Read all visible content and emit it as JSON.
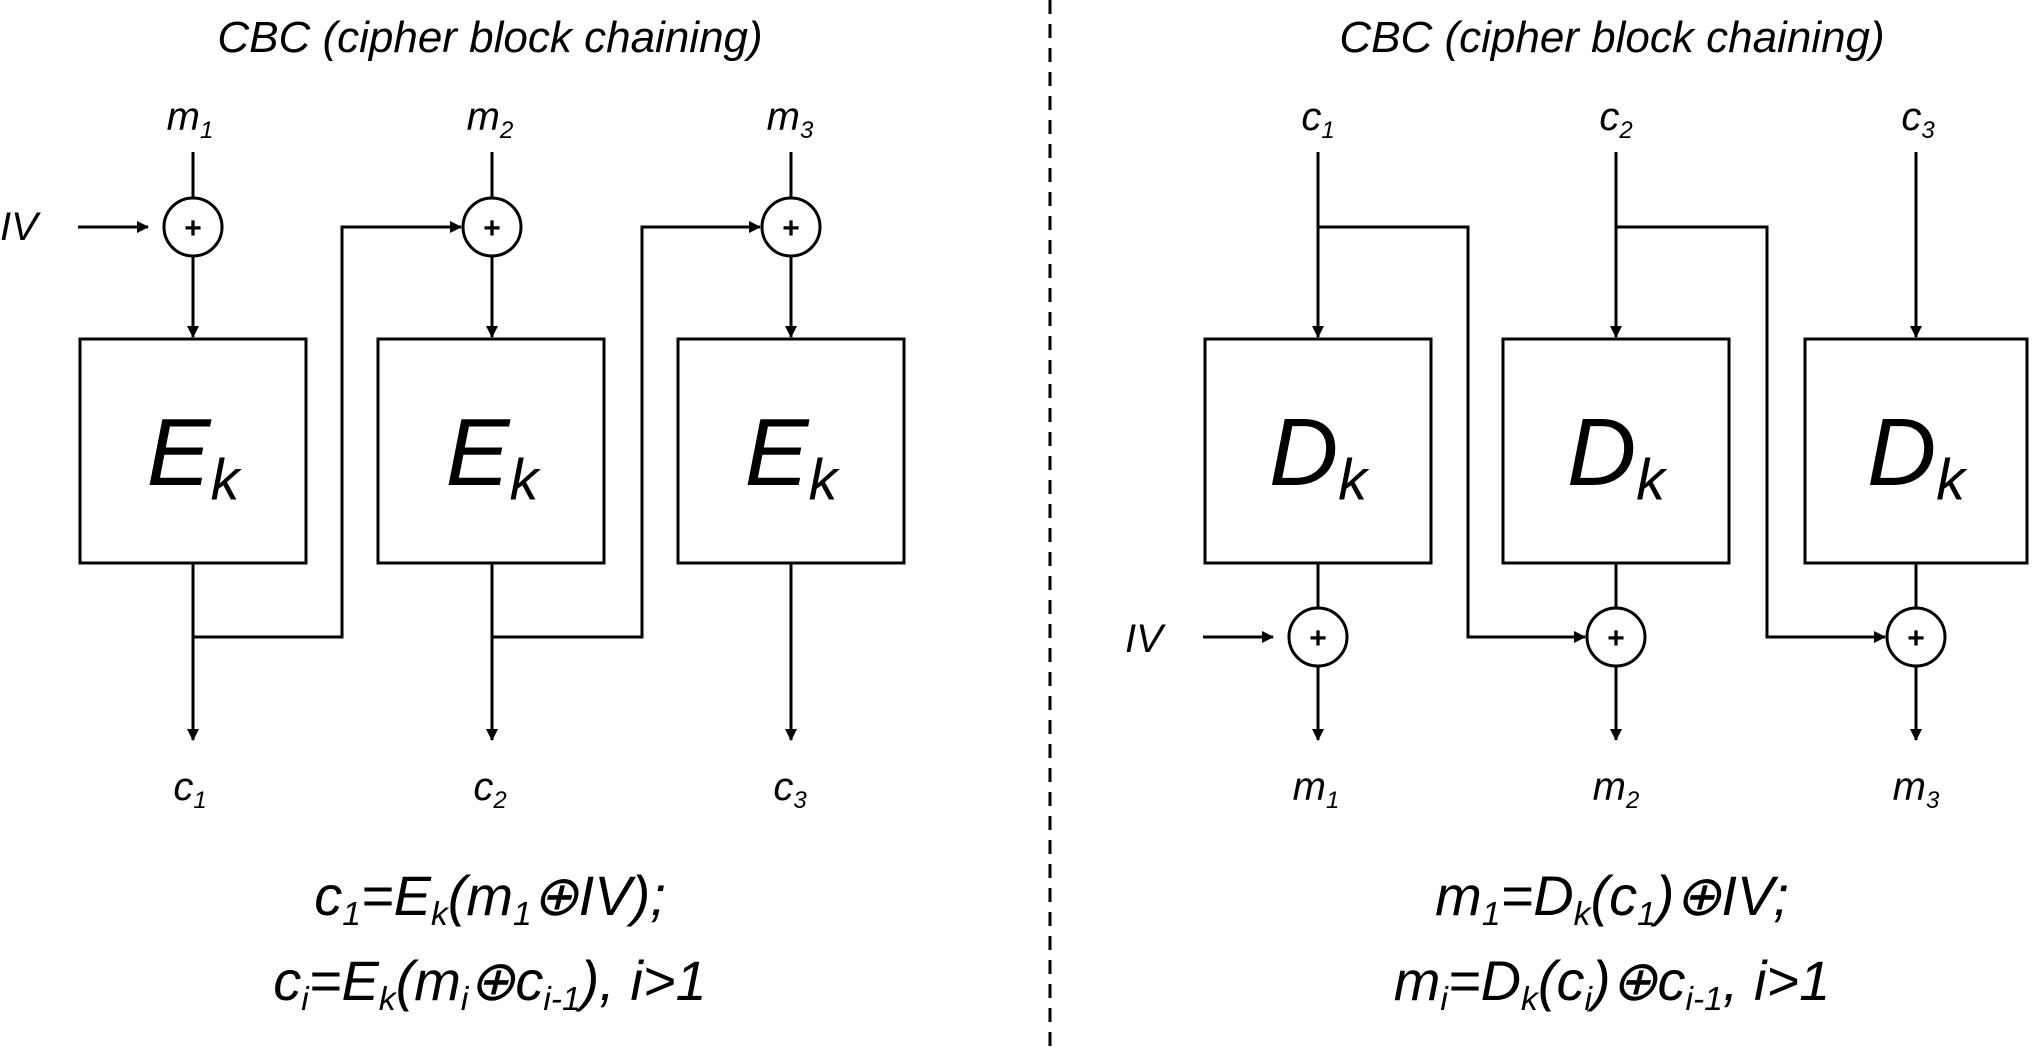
{
  "left": {
    "title": "CBC (cipher block chaining)",
    "iv_label": "IV",
    "inputs": [
      {
        "base": "m",
        "sub": "1"
      },
      {
        "base": "m",
        "sub": "2"
      },
      {
        "base": "m",
        "sub": "3"
      }
    ],
    "blocks": [
      {
        "base": "E",
        "sub": "k"
      },
      {
        "base": "E",
        "sub": "k"
      },
      {
        "base": "E",
        "sub": "k"
      }
    ],
    "outputs": [
      {
        "base": "c",
        "sub": "1"
      },
      {
        "base": "c",
        "sub": "2"
      },
      {
        "base": "c",
        "sub": "3"
      }
    ],
    "xor_symbol": "+",
    "equation1": {
      "p1": "c",
      "s1": "1",
      "p2": "=E",
      "s2": "k",
      "p3": "(m",
      "s3": "1",
      "p4": "⊕IV);"
    },
    "equation2": {
      "p1": "c",
      "s1": "i",
      "p2": "=E",
      "s2": "k",
      "p3": "(m",
      "s3": "i",
      "p4": "⊕c",
      "s4": "i-1",
      "p5": "), i>1"
    }
  },
  "right": {
    "title": "CBC (cipher block chaining)",
    "iv_label": "IV",
    "inputs": [
      {
        "base": "c",
        "sub": "1"
      },
      {
        "base": "c",
        "sub": "2"
      },
      {
        "base": "c",
        "sub": "3"
      }
    ],
    "blocks": [
      {
        "base": "D",
        "sub": "k"
      },
      {
        "base": "D",
        "sub": "k"
      },
      {
        "base": "D",
        "sub": "k"
      }
    ],
    "outputs": [
      {
        "base": "m",
        "sub": "1"
      },
      {
        "base": "m",
        "sub": "2"
      },
      {
        "base": "m",
        "sub": "3"
      }
    ],
    "xor_symbol": "+",
    "equation1": {
      "p1": "m",
      "s1": "1",
      "p2": "=D",
      "s2": "k",
      "p3": "(c",
      "s3": "1",
      "p4": ")⊕IV;"
    },
    "equation2": {
      "p1": "m",
      "s1": "i",
      "p2": "=D",
      "s2": "k",
      "p3": "(c",
      "s3": "i",
      "p4": ")⊕c",
      "s4": "i-1",
      "p5": ", i>1"
    }
  }
}
